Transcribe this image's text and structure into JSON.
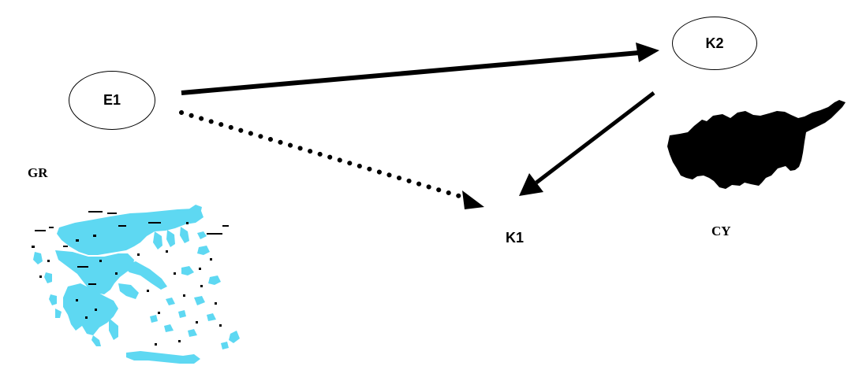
{
  "diagram": {
    "nodes": {
      "e1": "E1",
      "k2": "K2",
      "k1": "K1"
    },
    "regions": {
      "greece": {
        "label": "GR",
        "fill_color": "#5ed8f2"
      },
      "cyprus": {
        "label": "CY",
        "fill_color": "#000000"
      }
    },
    "edges": [
      {
        "from": "E1",
        "to": "K2",
        "style": "solid"
      },
      {
        "from": "K2",
        "to": "K1",
        "style": "solid"
      },
      {
        "from": "E1",
        "to": "K1",
        "style": "dotted"
      }
    ]
  }
}
